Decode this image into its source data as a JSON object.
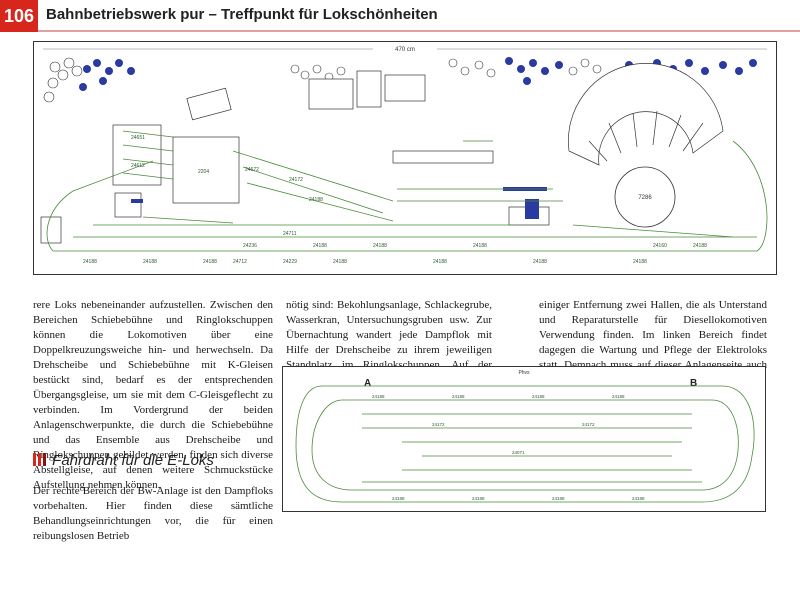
{
  "header": {
    "page_number": "106",
    "title": "Bahnbetriebswerk pur – Treffpunkt für Lokschönheiten"
  },
  "plan_top": {
    "dimension_label": "470 cm",
    "turntable_label": "7286",
    "labels": [
      "24188",
      "24188",
      "24188",
      "24188",
      "24188",
      "24188",
      "24236",
      "24188",
      "24188",
      "24188",
      "24160",
      "24188",
      "24712",
      "24711",
      "24229",
      "24672",
      "24172",
      "24188",
      "24188",
      "2204",
      "24651",
      "24612"
    ]
  },
  "plan_bottom": {
    "dimension_label": "Phvs",
    "label_a": "A",
    "label_b": "B",
    "labels": [
      "24188",
      "24188",
      "24188",
      "24188",
      "24188",
      "24188",
      "24188",
      "24188",
      "24172",
      "24172",
      "24071"
    ]
  },
  "text": {
    "col1_p1": "rere Loks nebeneinander aufzustellen. Zwischen den Bereichen Schiebebühne und Ringlokschuppen können die Lokomotiven über eine Doppelkreuzungsweiche hin- und herwechseln. Da Drehscheibe und Schiebebühne mit K-Gleisen bestückt sind, bedarf es der entsprechenden Übergangsgleise, um sie mit dem C-Gleisgeflecht zu verbinden. Im Vordergrund der beiden Anlagenschwerpunkte, die durch die Schiebebühne und das Ensemble aus Drehscheibe und Ringlokschuppen gebildet werden, finden sich diverse Abstellgleise, auf denen weitere Schmuckstücke Aufstellung nehmen können.",
    "subheading": "Fahrdraht für die E-Loks",
    "col1_p2": "Der rechte Bereich der Bw-Anlage ist den Dampfloks vorbehalten. Hier finden diese sämtliche Behandlungseinrichtungen vor, die für einen reibungslosen Betrieb",
    "col2_p1": "nötig sind: Bekohlungsanlage, Schlackegrube, Wasserkran, Untersuchungsgruben usw. Zur Übernachtung wandert jede Dampflok mit Hilfe der Drehscheibe zu ihrem jeweiligen Standplatz im Ringlokschuppen. Auf der linken Seite dieses Rundschuppens befinden sich in",
    "col3_p1": "einiger Entfernung zwei Hallen, die als Unterstand und Reparaturstelle für Diesellokomotiven Verwendung finden. Im linken Bereich findet dagegen die Wartung und Pflege der Elektroloks statt. Demnach muss auf dieser Anlagenseite auch ein Fahrdraht über sämtlichen Glei-"
  },
  "colors": {
    "accent": "#d7261c",
    "track": "#4a8a3a",
    "tree": "#2a3aa0",
    "outline": "#333333"
  }
}
